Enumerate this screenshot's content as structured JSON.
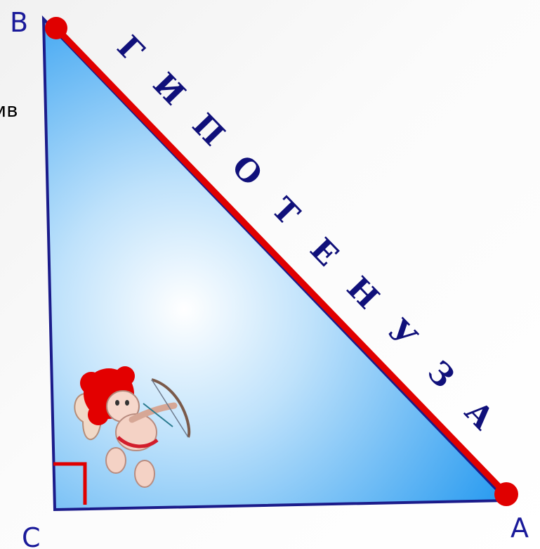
{
  "diagram": {
    "vertices": {
      "A": "A",
      "B": "B",
      "C": "C"
    },
    "cut_text": "мв",
    "hypotenuse_word": [
      "Г",
      "И",
      "П",
      "О",
      "Т",
      "Е",
      "Н",
      "У",
      "З",
      "А"
    ],
    "colors": {
      "triangle_fill_center": "#ffffff",
      "triangle_fill_edge": "#2b9cf0",
      "triangle_stroke": "#1b1b8a",
      "hypotenuse": "#e00000",
      "right_angle_mark": "#e00000",
      "letters": "#10107a"
    },
    "icons": {
      "figure": "cupid-with-bow-icon"
    }
  }
}
